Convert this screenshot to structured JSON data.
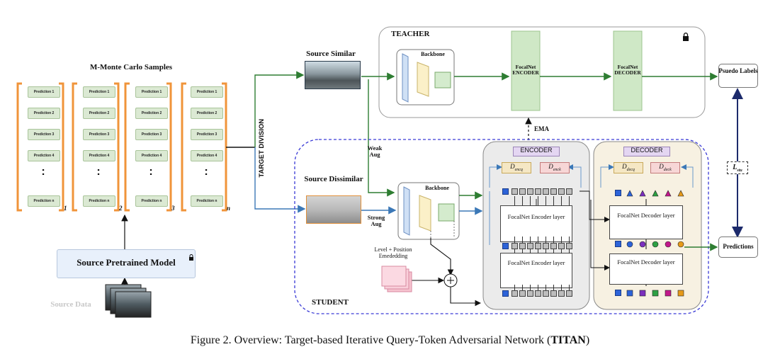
{
  "monte_carlo": {
    "title": "M-Monte Carlo Samples",
    "groups": [
      {
        "subscript": "1",
        "items": [
          "Prediction 1",
          "Prediction 2",
          "Prediction 3",
          "Prediction 4",
          "Prediction n"
        ]
      },
      {
        "subscript": "2",
        "items": [
          "Prediction 1",
          "Prediction 2",
          "Prediction 3",
          "Prediction 4",
          "Prediction n"
        ]
      },
      {
        "subscript": "3",
        "items": [
          "Prediction 1",
          "Prediction 2",
          "Prediction 3",
          "Prediction 4",
          "Prediction n"
        ]
      },
      {
        "subscript": "n",
        "items": [
          "Prediction 1",
          "Prediction 2",
          "Prediction 3",
          "Prediction 4",
          "Prediction n"
        ]
      }
    ],
    "ellipsis": ":"
  },
  "source_model": {
    "label": "Source Pretrained Model",
    "data_label": "Source Data"
  },
  "division": {
    "label": "TARGET DIVISION"
  },
  "source_similar": {
    "label": "Source Similar"
  },
  "source_dissimilar": {
    "label": "Source Dissimilar"
  },
  "aug": {
    "weak": "Weak Aug",
    "strong": "Strong Aug"
  },
  "teacher": {
    "title": "TEACHER",
    "backbone": "Backbone",
    "encoder": "FocalNet ENCODER",
    "decoder": "FocalNet DECODER"
  },
  "ema": "EMA",
  "student": {
    "title": "STUDENT",
    "backbone": "Backbone",
    "embedding": "Level + Position Emededding",
    "encoder_title": "ENCODER",
    "decoder_title": "DECODER",
    "d_encq": "D",
    "d_encq_sub": "encq",
    "d_enck": "D",
    "d_enck_sub": "enck",
    "d_decq": "D",
    "d_decq_sub": "decq",
    "d_deck": "D",
    "d_deck_sub": "deck",
    "encoder_layer": "FocalNet Encoder layer",
    "decoder_layer": "FocalNet Decoder layer"
  },
  "outputs": {
    "pseudo": "Psuedo Labels",
    "predictions": "Predictions",
    "loss": "L",
    "loss_sub": "stu"
  },
  "caption": {
    "prefix": "Figure 2. Overview: Target-based Iterative Query-Token Adversarial Network (",
    "bold": "TITAN",
    "suffix": ")"
  },
  "colors": {
    "pred_fill": "#dbe9d3",
    "bracket": "#f0943a",
    "line_green": "#2e7d32",
    "line_blue": "#3b78b7",
    "dash_blue": "#3a3ad6",
    "focal_green": "#cfe8c6",
    "token_blue": "#2d63d8",
    "token_purple": "#7b2fbe",
    "token_magenta": "#c2188b",
    "token_orange": "#e69a1a",
    "token_green": "#2ea043"
  }
}
